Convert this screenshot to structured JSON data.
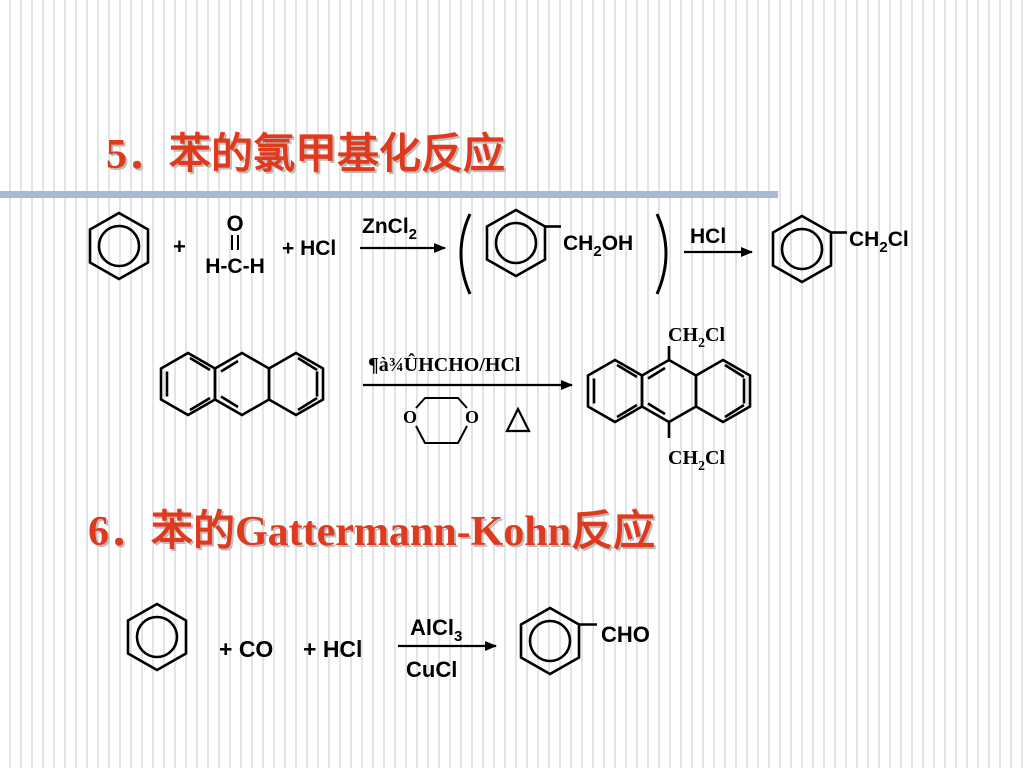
{
  "titles": {
    "section5": "5．苯的氯甲基化反应",
    "section6": "6．苯的Gattermann-Kohn反应"
  },
  "reaction1": {
    "plus1": "+",
    "formaldehyde_o": "O",
    "formaldehyde_formula": "H-C-H",
    "plus2": "+ HCl",
    "catalyst": "ZnCl",
    "catalyst_sub": "2",
    "intermediate_ch": "CH",
    "intermediate_sub": "2",
    "intermediate_oh": "OH",
    "reagent2": "HCl",
    "product_ch": "CH",
    "product_sub": "2",
    "product_cl": "Cl"
  },
  "reaction2": {
    "reagent": "¶à¾ÛHCHO/HCl",
    "dioxane_o_left": "O",
    "dioxane_o_right": "O",
    "top_ch": "CH",
    "top_sub": "2",
    "top_cl": "Cl",
    "bottom_ch": "CH",
    "bottom_sub": "2",
    "bottom_cl": "Cl"
  },
  "reaction3": {
    "plus1": "+ CO",
    "plus2": "+ HCl",
    "catalyst": "AlCl",
    "catalyst_sub": "3",
    "cocatalyst": "CuCl",
    "product": "CHO"
  }
}
